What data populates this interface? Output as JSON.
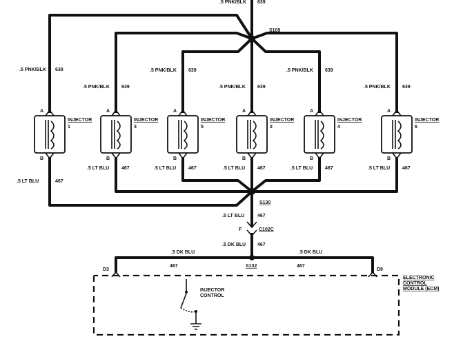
{
  "wires": {
    "feed_top": ".5 PNK/BLK",
    "feed_top_circuit": "639",
    "splice_top": "S109",
    "splice_bottom": "S130",
    "splice_ecm": "S132",
    "connector": "C102C",
    "connector_pin": "F",
    "return_label": ".5 LT BLU",
    "return_circuit": "467",
    "dk_blu": ".5 DK BLU",
    "dk_blu_circuit": "467"
  },
  "injectors": [
    {
      "name": "INJECTOR",
      "num": "1",
      "in_wire": ".5 PNK/BLK",
      "in_circuit": "639",
      "out_wire": ".5 LT BLU",
      "out_circuit": "467",
      "pin_a": "A",
      "pin_b": "B"
    },
    {
      "name": "INJECTOR",
      "num": "3",
      "in_wire": ".5 PNK/BLK",
      "in_circuit": "639",
      "out_wire": ".5 LT BLU",
      "out_circuit": "467",
      "pin_a": "A",
      "pin_b": "B"
    },
    {
      "name": "INJECTOR",
      "num": "5",
      "in_wire": ".5 PNK/BLK",
      "in_circuit": "639",
      "out_wire": ".5 LT BLU",
      "out_circuit": "467",
      "pin_a": "A",
      "pin_b": "B"
    },
    {
      "name": "INJECTOR",
      "num": "2",
      "in_wire": ".5 PNK/BLK",
      "in_circuit": "639",
      "out_wire": ".5 LT BLU",
      "out_circuit": "467",
      "pin_a": "A",
      "pin_b": "B"
    },
    {
      "name": "INJECTOR",
      "num": "4",
      "in_wire": ".5 PNK/BLK",
      "in_circuit": "639",
      "out_wire": ".5 LT BLU",
      "out_circuit": "467",
      "pin_a": "A",
      "pin_b": "B"
    },
    {
      "name": "INJECTOR",
      "num": "6",
      "in_wire": ".5 PNK/BLK",
      "in_circuit": "639",
      "out_wire": ".5 LT BLU",
      "out_circuit": "467",
      "pin_a": "A",
      "pin_b": "B"
    }
  ],
  "ecm": {
    "line1": "ELECTRONIC",
    "line2": "CONTROL",
    "line3": "MODULE (ECM)",
    "pin_left": "D3",
    "pin_right": "D9",
    "left_circuit": "467",
    "right_circuit": "467",
    "switch_label1": "INJECTOR",
    "switch_label2": "CONTROL"
  }
}
